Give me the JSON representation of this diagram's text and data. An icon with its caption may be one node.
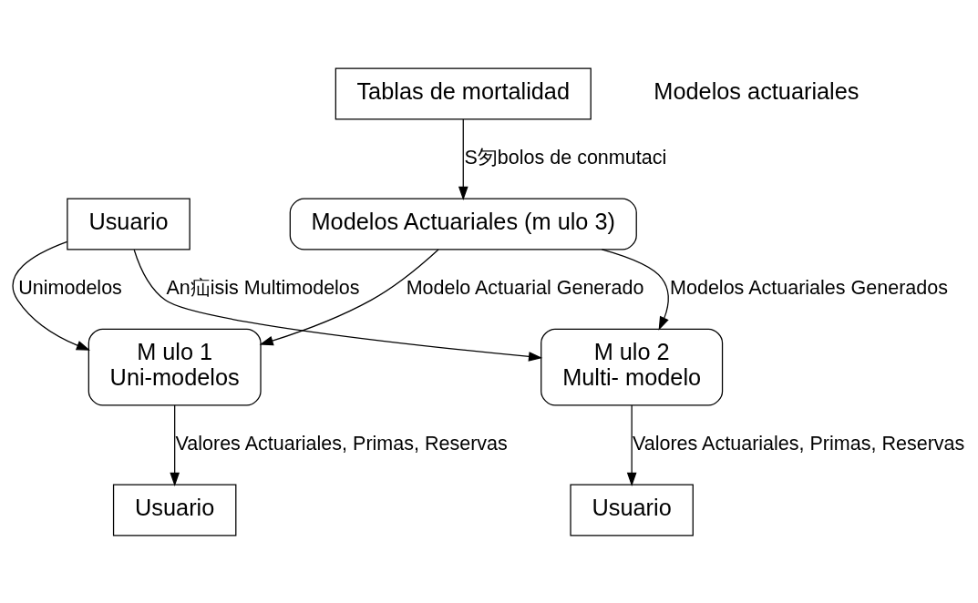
{
  "diagram": {
    "nodes": [
      {
        "text": [
          "Usuario"
        ]
      },
      {
        "text": [
          "M ulo 1",
          "Uni-modelos"
        ]
      },
      {
        "text": [
          "M ulo 2",
          "Multi- modelo"
        ]
      },
      {
        "text": [
          "Usuario"
        ]
      },
      {
        "text": [
          "Usuario"
        ]
      },
      {
        "text": [
          "Modelos Actuariales (m ulo 3)"
        ]
      },
      {
        "text": [
          "Tablas de mortalidad"
        ]
      }
    ],
    "edges": [
      {
        "from": 0,
        "to": 2,
        "arrow": "to",
        "label": "An疝isis Multimodelos"
      },
      {
        "from": 0,
        "to": 1,
        "arrow": "to",
        "label": "Unimodelos"
      },
      {
        "from": 1,
        "to": 3,
        "arrow": "to",
        "label": "Valores Actuariales, Primas, Reservas"
      },
      {
        "from": 2,
        "to": 4,
        "arrow": "to",
        "label": "Valores Actuariales, Primas, Reservas"
      },
      {
        "from": 5,
        "to": 1,
        "arrow": "to",
        "label": "Modelo Actuarial Generado"
      },
      {
        "from": 5,
        "to": 2,
        "arrow": "to",
        "label": "Modelos Actuariales Generados"
      },
      {
        "from": 6,
        "to": 5,
        "arrow": "to",
        "label": "S匇bolos de conmutaci"
      }
    ],
    "labels": [
      "Modelos actuariales"
    ]
  }
}
